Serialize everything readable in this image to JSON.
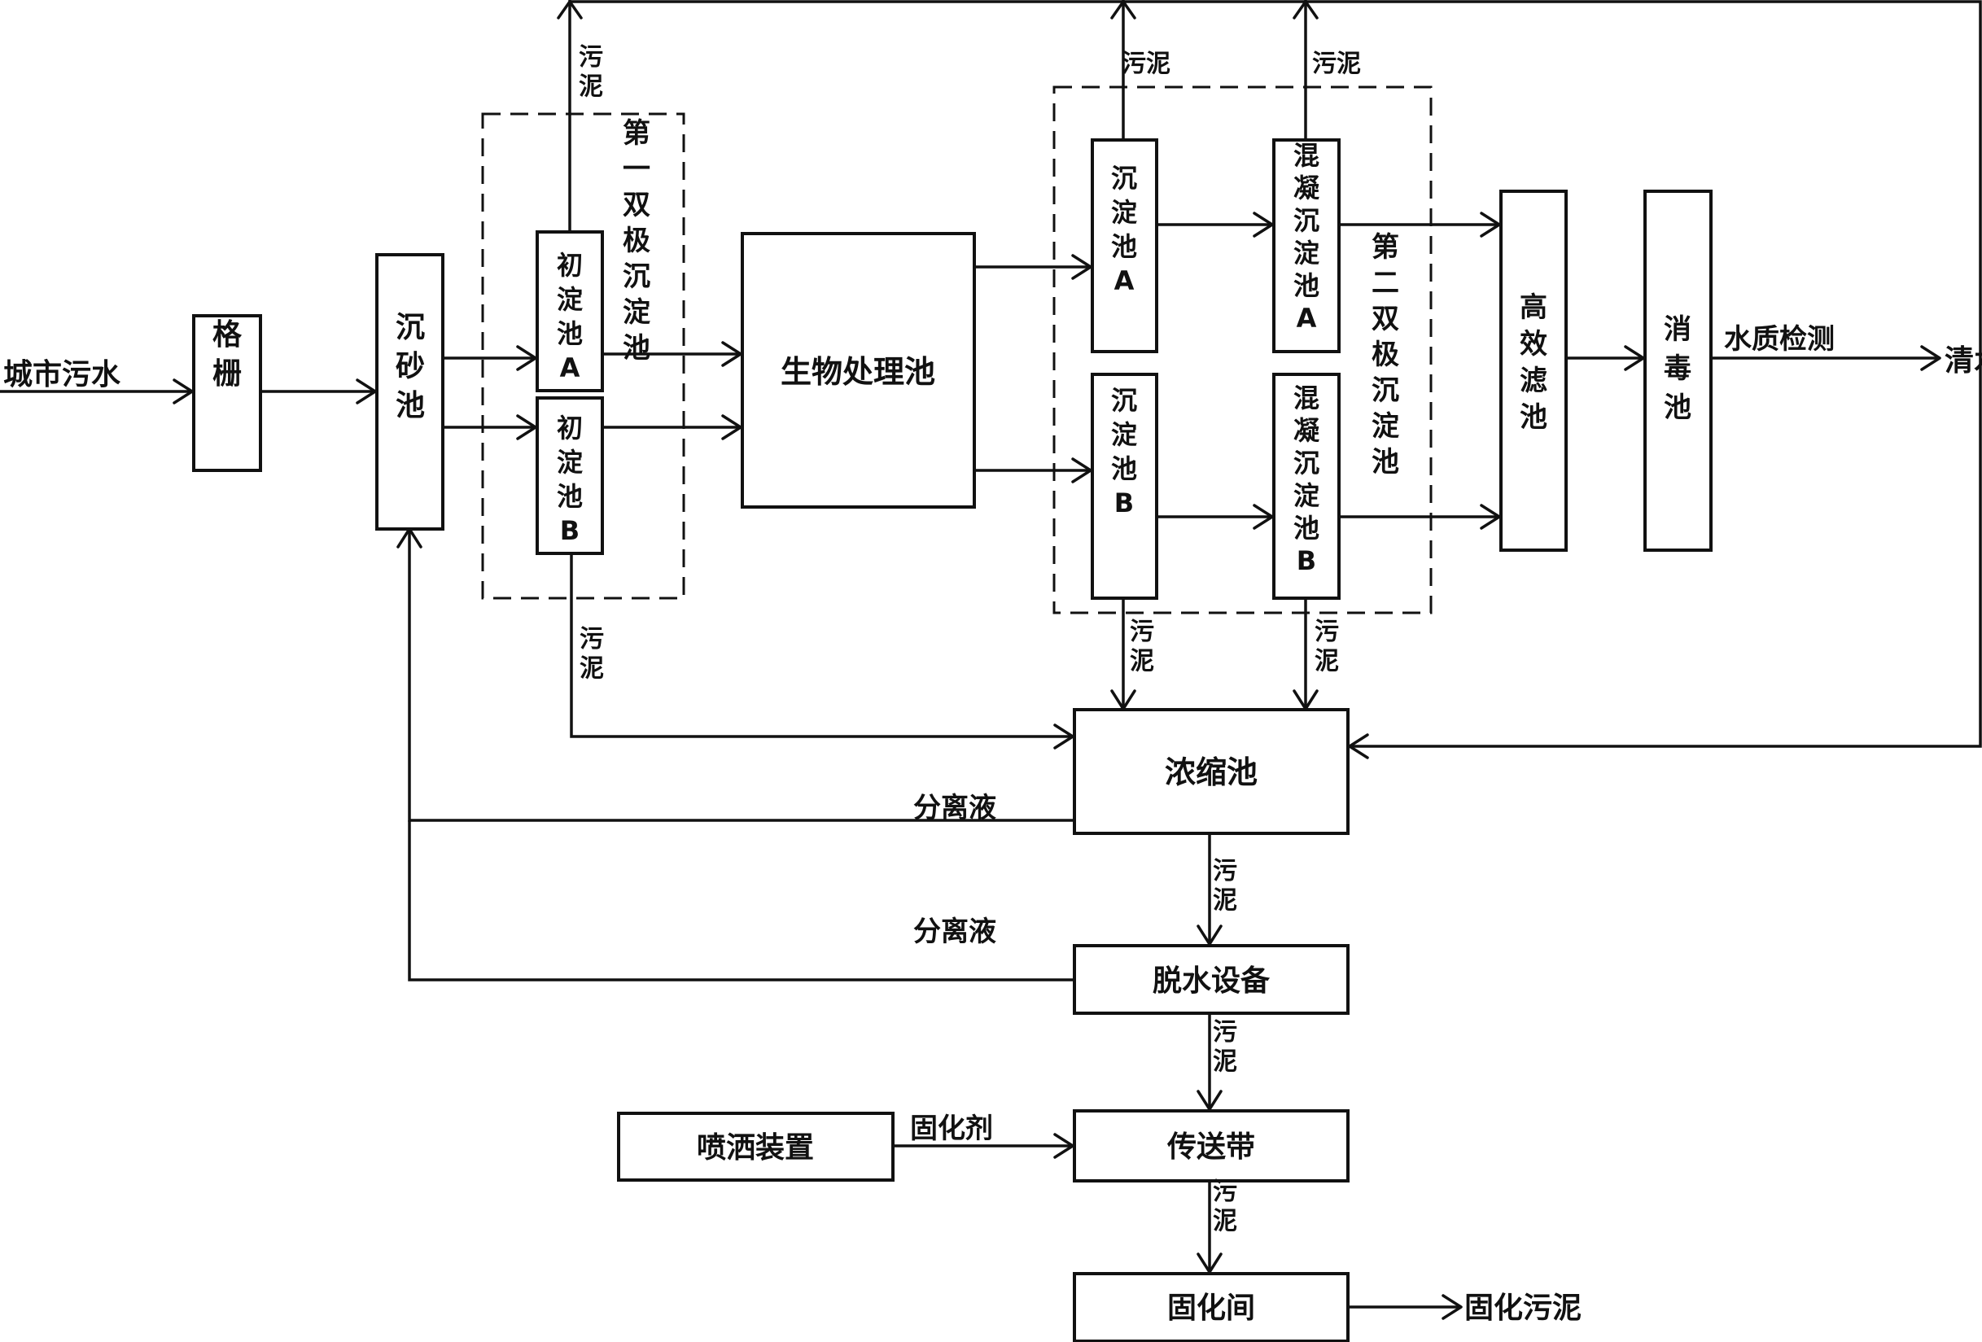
{
  "input": "城市污水",
  "output_water": "清水",
  "output_sludge": "固化污泥",
  "nodes": {
    "grille": "格栅",
    "grit": "沉砂池",
    "primA": "初淀池A",
    "primB": "初淀池B",
    "bio": "生物处理池",
    "sedA": "沉淀池A",
    "sedB": "沉淀池B",
    "coagA": "混凝沉淀池A",
    "coagB": "混凝沉淀池B",
    "filter": "高效滤池",
    "disinfect": "消毒池",
    "thicken": "浓缩池",
    "dewater": "脱水设备",
    "spray": "喷洒装置",
    "conveyor": "传送带",
    "cure": "固化间"
  },
  "groups": {
    "first": "第一双极沉淀池",
    "second": "第二双极沉淀池"
  },
  "flow_labels": {
    "sludge": "污泥",
    "separated_liquid": "分离液",
    "water_test": "水质检测",
    "curing_agent": "固化剂"
  },
  "colors": {
    "stroke": "#111111",
    "background": "#ffffff"
  }
}
